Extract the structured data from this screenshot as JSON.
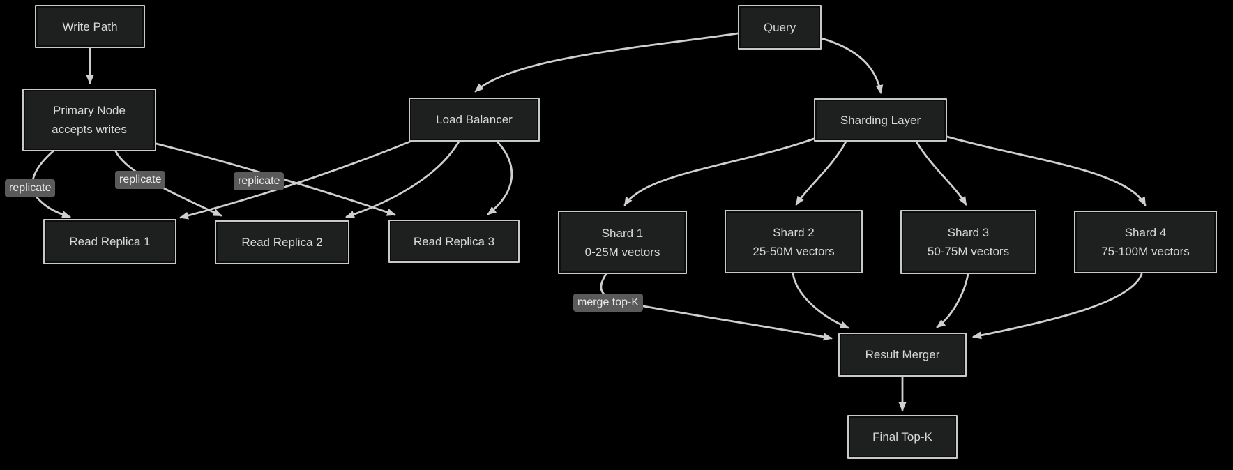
{
  "diagram": {
    "title": "Sharded vector database read/write and query fan-out flowchart",
    "colors": {
      "canvas_bg": "#000000",
      "node_fill": "#1e1f1f",
      "node_border": "#c9c9c9",
      "node_text": "#d9d9d9",
      "edge_color": "#cfcfcf",
      "edge_label_bg": "#5a5a5a",
      "edge_label_text": "#ebebeb"
    },
    "nodes": {
      "write_path": {
        "label": "Write Path"
      },
      "primary": {
        "line1": "Primary Node",
        "line2": "accepts writes"
      },
      "load_balancer": {
        "label": "Load Balancer"
      },
      "query": {
        "label": "Query"
      },
      "sharding_layer": {
        "label": "Sharding Layer"
      },
      "replica1": {
        "label": "Read Replica 1"
      },
      "replica2": {
        "label": "Read Replica 2"
      },
      "replica3": {
        "label": "Read Replica 3"
      },
      "shard1": {
        "line1": "Shard 1",
        "line2": "0-25M vectors"
      },
      "shard2": {
        "line1": "Shard 2",
        "line2": "25-50M vectors"
      },
      "shard3": {
        "line1": "Shard 3",
        "line2": "50-75M vectors"
      },
      "shard4": {
        "line1": "Shard 4",
        "line2": "75-100M vectors"
      },
      "result_merger": {
        "label": "Result Merger"
      },
      "final_topk": {
        "label": "Final Top-K"
      }
    },
    "edge_labels": {
      "replicate1": "replicate",
      "replicate2": "replicate",
      "replicate3": "replicate",
      "merge": "merge top-K"
    },
    "edges": [
      {
        "from": "Write Path",
        "to": "Primary Node accepts writes",
        "label": ""
      },
      {
        "from": "Primary Node accepts writes",
        "to": "Read Replica 1",
        "label": "replicate"
      },
      {
        "from": "Primary Node accepts writes",
        "to": "Read Replica 2",
        "label": "replicate"
      },
      {
        "from": "Primary Node accepts writes",
        "to": "Read Replica 3",
        "label": "replicate"
      },
      {
        "from": "Load Balancer",
        "to": "Read Replica 1",
        "label": ""
      },
      {
        "from": "Load Balancer",
        "to": "Read Replica 2",
        "label": ""
      },
      {
        "from": "Load Balancer",
        "to": "Read Replica 3",
        "label": ""
      },
      {
        "from": "Query",
        "to": "Load Balancer",
        "label": ""
      },
      {
        "from": "Query",
        "to": "Sharding Layer",
        "label": ""
      },
      {
        "from": "Sharding Layer",
        "to": "Shard 1 0-25M vectors",
        "label": ""
      },
      {
        "from": "Sharding Layer",
        "to": "Shard 2 25-50M vectors",
        "label": ""
      },
      {
        "from": "Sharding Layer",
        "to": "Shard 3 50-75M vectors",
        "label": ""
      },
      {
        "from": "Sharding Layer",
        "to": "Shard 4 75-100M vectors",
        "label": ""
      },
      {
        "from": "Shard 1 0-25M vectors",
        "to": "Result Merger",
        "label": "merge top-K"
      },
      {
        "from": "Shard 2 25-50M vectors",
        "to": "Result Merger",
        "label": ""
      },
      {
        "from": "Shard 3 50-75M vectors",
        "to": "Result Merger",
        "label": ""
      },
      {
        "from": "Shard 4 75-100M vectors",
        "to": "Result Merger",
        "label": ""
      },
      {
        "from": "Result Merger",
        "to": "Final Top-K",
        "label": ""
      }
    ]
  }
}
